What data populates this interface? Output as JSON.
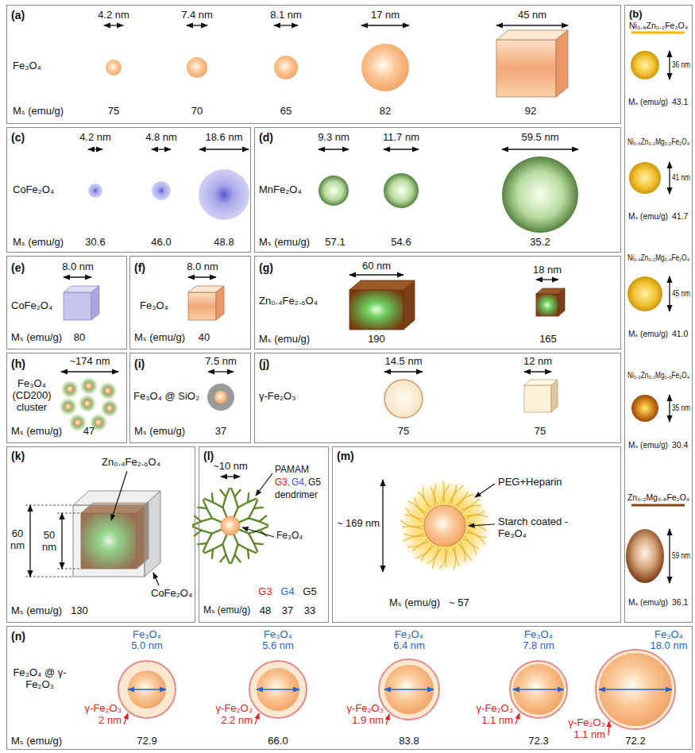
{
  "diagram": {
    "nodes": [
      {
        "text": [
          "(a)",
          "4.2 nm",
          "7.4 nm",
          "8.1 nm",
          "17 nm",
          "45 nm",
          "Fe₃O₄",
          "Mₛ (emu/g)",
          "75",
          "70",
          "65",
          "82",
          "92"
        ]
      },
      {
        "text": [
          "(b)",
          "Ni₀.₈Zn₀.₂Fe₂O₄",
          "36 nm",
          "Mₛ (emu/g)",
          "43.1",
          "Ni₀.₆Zn₀.₂Mg₀.₂Fe₂O₄",
          "41 nm",
          "Mₛ (emu/g)",
          "41.7",
          "Ni₀.₄Zn₀.₂Mg₀.₄Fe₂O₄",
          "45 nm",
          "Mₛ (emu/g)",
          "41.0",
          "Ni₀.₂Zn₀.₂Mg₀.₆Fe₂O₄",
          "35 nm",
          "Mₛ (emu/g)",
          "30.4",
          "Zn₀.₂Mg₀.₈Fe₂O₄",
          "59 nm",
          "Mₛ (emu/g)",
          "36.1"
        ]
      },
      {
        "text": [
          "(c)",
          "4.2 nm",
          "4.8 nm",
          "18.6 nm",
          "CoFe₂O₄",
          "Mₛ (emu/g)",
          "30.6",
          "46.0",
          "48.8"
        ]
      },
      {
        "text": [
          "(d)",
          "9.3 nm",
          "11.7 nm",
          "59.5 nm",
          "MnFe₂O₄",
          "Mₛ (emu/g)",
          "57.1",
          "54.6",
          "35.2"
        ]
      },
      {
        "text": [
          "(e)",
          "8.0 nm",
          "CoFe₂O₄",
          "Mₛ (emu/g)",
          "80"
        ]
      },
      {
        "text": [
          "(f)",
          "8.0 nm",
          "Fe₃O₄",
          "Mₛ (emu/g)",
          "40"
        ]
      },
      {
        "text": [
          "(g)",
          "60 nm",
          "18 nm",
          "Zn₀.₄Fe₂.₆O₄",
          "Mₛ (emu/g)",
          "190",
          "165"
        ]
      },
      {
        "text": [
          "(h)",
          "~174 nm",
          "Fe₃O₄ (CD200) cluster",
          "Mₛ (emu/g)",
          "47"
        ]
      },
      {
        "text": [
          "(i)",
          "7.5 nm",
          "Fe₃O₄ @ SiO₂",
          "Mₛ (emu/g)",
          "37"
        ]
      },
      {
        "text": [
          "(j)",
          "14.5 nm",
          "12 nm",
          "γ-Fe₂O₃",
          "75",
          "75"
        ]
      },
      {
        "text": [
          "(k)",
          "Zn₀.₄Fe₂.₆O₄",
          "60 nm",
          "50 nm",
          "CoFe₂O₄",
          "Mₛ (emu/g)",
          "130"
        ]
      },
      {
        "text": [
          "(l)",
          "~10 nm",
          "PAMAM",
          "G3,",
          "G4,",
          "G5",
          "dendrimer",
          "Fe₃O₄",
          "G3",
          "G4",
          "G5",
          "Mₛ (emu/g)",
          "48",
          "37",
          "33"
        ]
      },
      {
        "text": [
          "(m)",
          "~ 169 nm",
          "PEG+Heparin",
          "Starch coated -Fe₃O₄",
          "Mₛ (emu/g)",
          "~ 57"
        ]
      },
      {
        "text": [
          "(n)",
          "Fe₃O₄ @ γ-Fe₂O₃",
          "Fe₃O₄",
          "5.0 nm",
          "γ-Fe₂O₃",
          "2 nm",
          "Fe₃O₄",
          "5.6 nm",
          "γ-Fe₂O₃",
          "2.2 nm",
          "Fe₃O₄",
          "6.4 nm",
          "γ-Fe₂O₃",
          "1.9 nm",
          "Fe₃O₄",
          "7.8 nm",
          "γ-Fe₂O₃",
          "1.1 nm",
          "Fe₃O₄",
          "18.0 nm",
          "γ-Fe₂O₃",
          "1.1 nm",
          "Mₛ (emu/g)",
          "72.9",
          "66.0",
          "83.8",
          "72.3",
          "72.2"
        ]
      }
    ]
  }
}
